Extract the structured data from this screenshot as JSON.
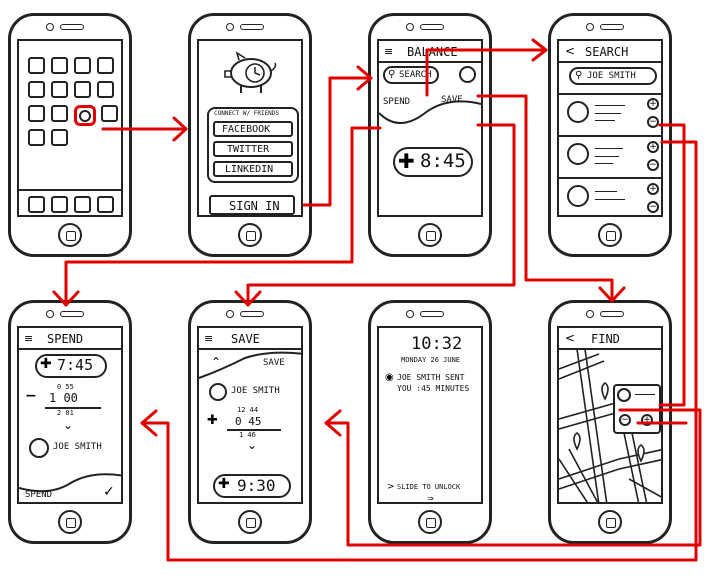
{
  "screens": {
    "login": {
      "connect_label": "CONNECT W/ FRIENDS",
      "facebook": "FACEBOOK",
      "twitter": "TWITTER",
      "linkedin": "LINKEDIN",
      "sign_in": "SIGN IN"
    },
    "balance": {
      "title": "BALANCE",
      "search_button": "SEARCH",
      "spend_link": "SPEND",
      "save_link": "SAVE",
      "balance_value": "8:45"
    },
    "search": {
      "title": "SEARCH",
      "query": "JOE SMITH"
    },
    "spend": {
      "title": "SPEND",
      "balance_value": "7:45",
      "calc_top": "0  55",
      "calc_mid": "1  00",
      "calc_bottom": "2  01",
      "contact": "JOE SMITH",
      "confirm_label": "SPEND"
    },
    "save": {
      "title": "SAVE",
      "save_label": "SAVE",
      "contact": "JOE SMITH",
      "calc_top": "12  44",
      "calc_mid": "0  45",
      "calc_bottom": "1  46",
      "balance_value": "9:30"
    },
    "lock": {
      "time": "10:32",
      "date": "MONDAY 26 JUNE",
      "notification_line1": "JOE SMITH SENT",
      "notification_line2": "YOU :45 MINUTES",
      "slide": "SLIDE TO UNLOCK"
    },
    "find": {
      "title": "FIND"
    }
  },
  "colors": {
    "ink": "#222222",
    "flow_arrow": "#e00000"
  }
}
